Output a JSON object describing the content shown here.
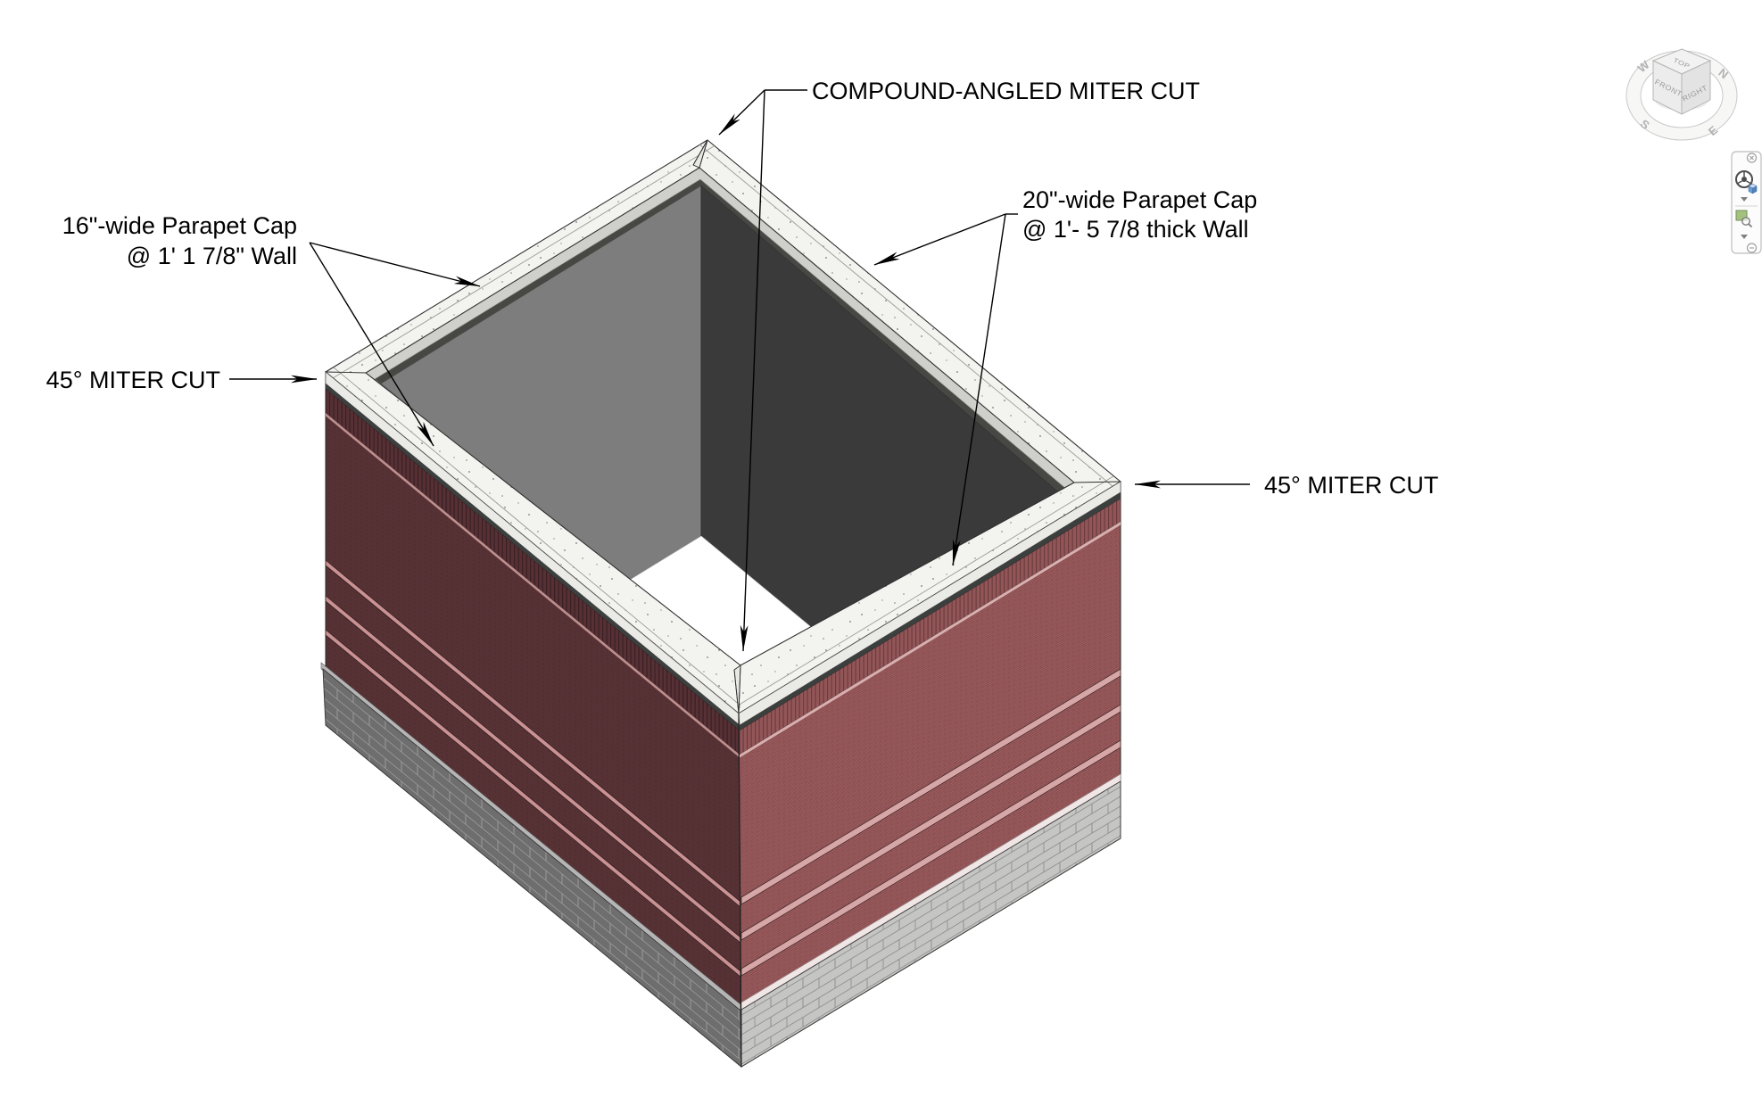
{
  "annotations": {
    "compound_miter_label": "COMPOUND-ANGLED MITER CUT",
    "cap16": {
      "line1": "16\"-wide Parapet Cap",
      "line2": "@ 1' 1 7/8\" Wall"
    },
    "cap20": {
      "line1": "20\"-wide Parapet Cap",
      "line2": "@ 1'- 5 7/8 thick Wall"
    },
    "miter45_left": "45° MITER CUT",
    "miter45_right": "45° MITER CUT"
  },
  "viewcube": {
    "faces": {
      "top": "TOP",
      "front": "FRONT",
      "right": "RIGHT"
    },
    "compass": {
      "n": "N",
      "e": "E",
      "s": "S",
      "w": "W"
    }
  },
  "navigation_bar": {
    "icons": [
      "close-icon",
      "steering-wheel-icon",
      "zoom-icon",
      "collapse-icon"
    ]
  },
  "colors": {
    "brick_dark": "#5b3538",
    "brick_light": "#9d5c5e",
    "cmu_dark": "#6e6e6e",
    "cmu_light": "#c5c5c3",
    "cap_white": "#f3f3f0",
    "cap_bevel": "#cfcfcc",
    "cap_lip": "#474744",
    "interior_gray": "#7d7d7d",
    "interior_dark": "#3a3a3a",
    "floor": "#ffffff",
    "leader": "#000000"
  }
}
